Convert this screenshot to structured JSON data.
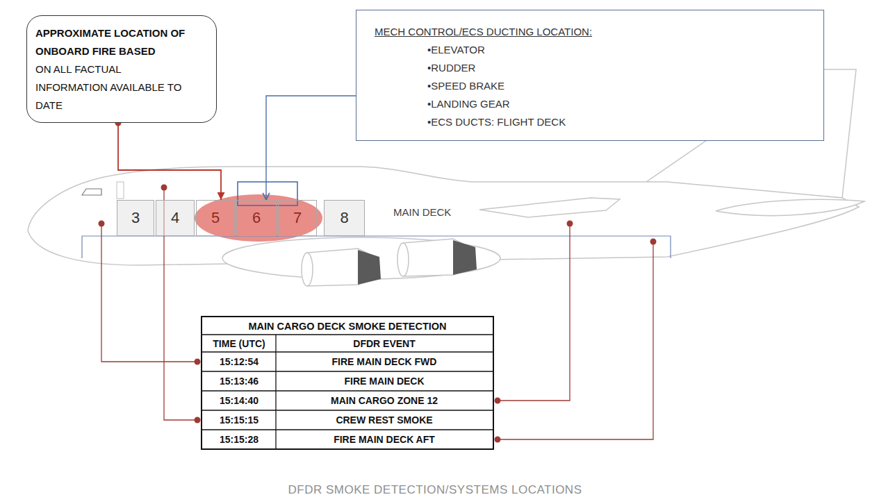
{
  "diagram": {
    "caption": "DFDR SMOKE DETECTION/SYSTEMS LOCATIONS",
    "nodes": [
      {
        "text": [
          "APPROXIMATE LOCATION OF ONBOARD FIRE BASED",
          "ON ALL FACTUAL INFORMATION AVAILABLE TO DATE"
        ]
      },
      {
        "text": [
          "MECH CONTROL/ECS DUCTING LOCATION:",
          "•ELEVATOR",
          "•RUDDER",
          "•SPEED BRAKE",
          "•LANDING GEAR",
          "•ECS DUCTS: FLIGHT DECK"
        ]
      },
      {
        "text": [
          "3"
        ]
      },
      {
        "text": [
          "4"
        ]
      },
      {
        "text": [
          "5"
        ]
      },
      {
        "text": [
          "6"
        ]
      },
      {
        "text": [
          "7"
        ]
      },
      {
        "text": [
          "8"
        ]
      }
    ],
    "edges": [
      {
        "from": 0,
        "to": 4,
        "arrow": "to"
      },
      {
        "from": 1,
        "to": 5,
        "arrow": "to"
      }
    ],
    "labels": [
      "MAIN DECK",
      "MAIN CARGO DECK SMOKE DETECTION",
      "TIME (UTC)",
      "DFDR EVENT",
      "15:12:54",
      "FIRE MAIN DECK FWD",
      "15:13:46",
      "FIRE MAIN DECK",
      "15:14:40",
      "MAIN CARGO ZONE 12",
      "15:15:15",
      "CREW REST SMOKE",
      "15:15:28",
      "FIRE MAIN DECK AFT"
    ]
  }
}
